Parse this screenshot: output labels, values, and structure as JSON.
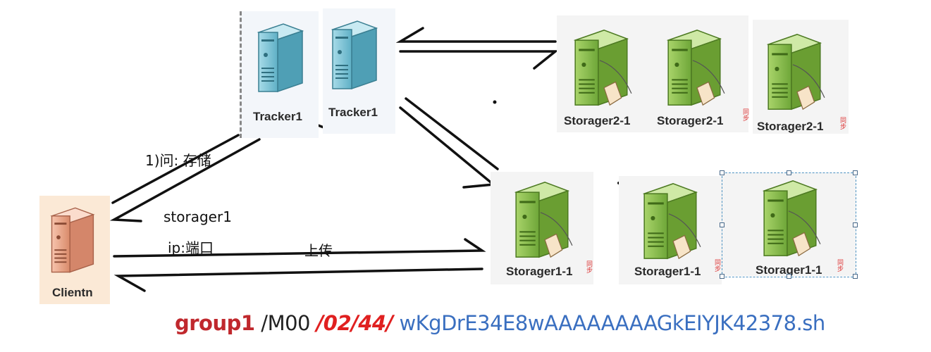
{
  "nodes": {
    "tracker_a": "Tracker1",
    "tracker_b": "Tracker1",
    "client": "Clientn",
    "storage_group2": [
      "Storager2-1",
      "Storager2-1",
      "Storager2-1"
    ],
    "storage_group1": [
      "Storager1-1",
      "Storager1-1",
      "Storager1-1"
    ],
    "side_mark": "同步"
  },
  "annotations": {
    "ask": "1)问: 存储",
    "reply_line1": "storager1",
    "reply_line2": "ip:端口",
    "upload": "上传"
  },
  "file_path": {
    "group": "group1",
    "store": "/M00",
    "dirs": "/02/44/",
    "filename": "wKgDrE34E8wAAAAAAAAGkEIYJK42378.sh"
  },
  "colors": {
    "tracker": "#7fc6d8",
    "storage": "#8cc152",
    "client": "#f1a98a",
    "group_red": "#c0282d",
    "dirs_red": "#e02020",
    "path_blue": "#3a6fc0"
  }
}
